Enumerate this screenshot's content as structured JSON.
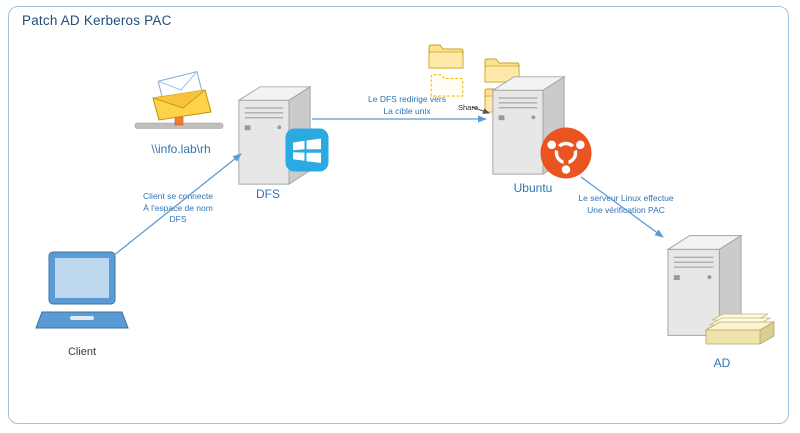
{
  "title": "Patch AD Kerberos PAC",
  "nodes": {
    "client": {
      "label": "Client"
    },
    "namespace": {
      "label": "\\\\info.lab\\rh"
    },
    "dfs": {
      "label": "DFS"
    },
    "ubuntu": {
      "label": "Ubuntu"
    },
    "share": {
      "label": "Share"
    },
    "ad": {
      "label": "AD"
    }
  },
  "edges": {
    "client_to_dfs": {
      "lines": [
        "Client se connecte",
        "À l'espace de nom",
        "DFS"
      ]
    },
    "dfs_to_ubuntu": {
      "lines": [
        "Le DFS redirige vers",
        "La cible unix"
      ]
    },
    "ubuntu_to_ad": {
      "lines": [
        "Le serveur Linux effectue",
        "Une vérification PAC"
      ]
    }
  },
  "icons": {
    "client": "laptop-icon",
    "namespace": "dfs-namespace-envelope-icon",
    "dfs_badge": "windows-logo-icon",
    "ubuntu_badge": "ubuntu-logo-icon",
    "folders": "folder-icon",
    "ad_badge": "paper-stack-icon"
  },
  "colors": {
    "frame_border": "#9CC2E5",
    "title_text": "#1F4E79",
    "node_label": "#2E74B5",
    "edge_label": "#2E74B5",
    "arrow": "#5B9BD5",
    "client_label": "#3B3B3B",
    "windows_blue": "#2BAAE2",
    "ubuntu_orange": "#E95420",
    "folder_yellow": "#FFE08C"
  }
}
